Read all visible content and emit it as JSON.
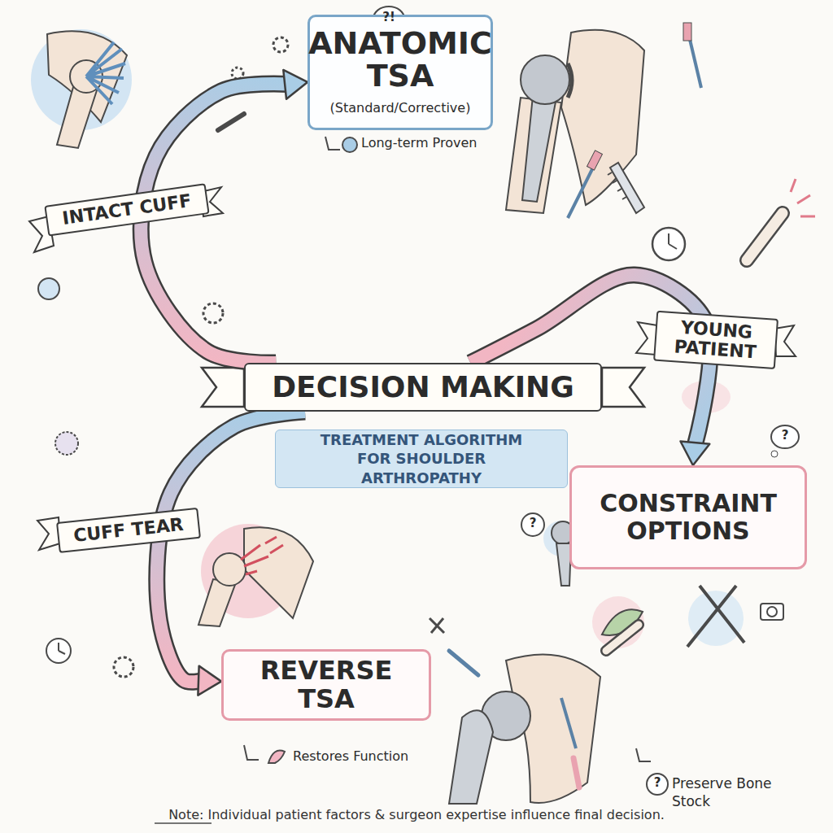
{
  "diagram": {
    "caption": "Note: Individual patient factors & surgeon expertise influence final decision.",
    "nodes": [
      {
        "text": [
          "ANATOMIC TSA",
          "(Standard/Corrective)"
        ]
      },
      {
        "text": [
          "DECISION MAKING"
        ]
      },
      {
        "text": [
          "TREATMENT ALGORITHM FOR SHOULDER ARTHROPATHY"
        ]
      },
      {
        "text": [
          "CONSTRAINT OPTIONS"
        ]
      },
      {
        "text": [
          "REVERSE TSA"
        ]
      }
    ],
    "edges": [
      {
        "from": 1,
        "to": 0,
        "label": "INTACT CUFF",
        "arrow": "to"
      },
      {
        "from": 1,
        "to": 3,
        "label": "YOUNG PATIENT",
        "arrow": "to"
      },
      {
        "from": 1,
        "to": 4,
        "label": "CUFF TEAR",
        "arrow": "to"
      }
    ],
    "labels": [
      "Long-term Proven",
      "Restores Function",
      "Preserve Bone Stock",
      "?!",
      "?",
      "?",
      "?"
    ]
  }
}
